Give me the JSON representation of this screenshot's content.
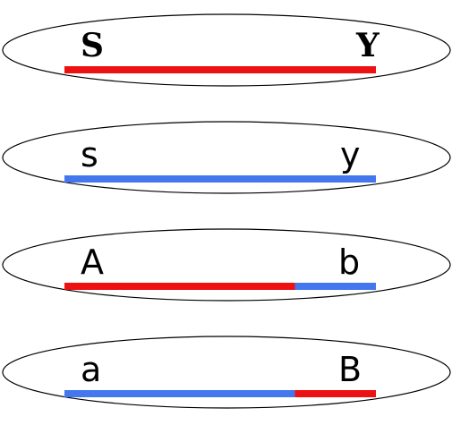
{
  "colors": {
    "red": "#ee1111",
    "blue": "#4477ee",
    "outline": "#000000"
  },
  "chromosomes": [
    {
      "left": "S",
      "right": "Y",
      "bold_serif": true,
      "segments": [
        {
          "fraction": 1.0,
          "color": "red"
        }
      ]
    },
    {
      "left": "s",
      "right": "y",
      "bold_serif": false,
      "segments": [
        {
          "fraction": 1.0,
          "color": "blue"
        }
      ]
    },
    {
      "left": "A",
      "right": "b",
      "bold_serif": false,
      "segments": [
        {
          "fraction": 0.74,
          "color": "red"
        },
        {
          "fraction": 0.26,
          "color": "blue"
        }
      ]
    },
    {
      "left": "a",
      "right": "B",
      "bold_serif": false,
      "segments": [
        {
          "fraction": 0.74,
          "color": "blue"
        },
        {
          "fraction": 0.26,
          "color": "red"
        }
      ]
    }
  ]
}
